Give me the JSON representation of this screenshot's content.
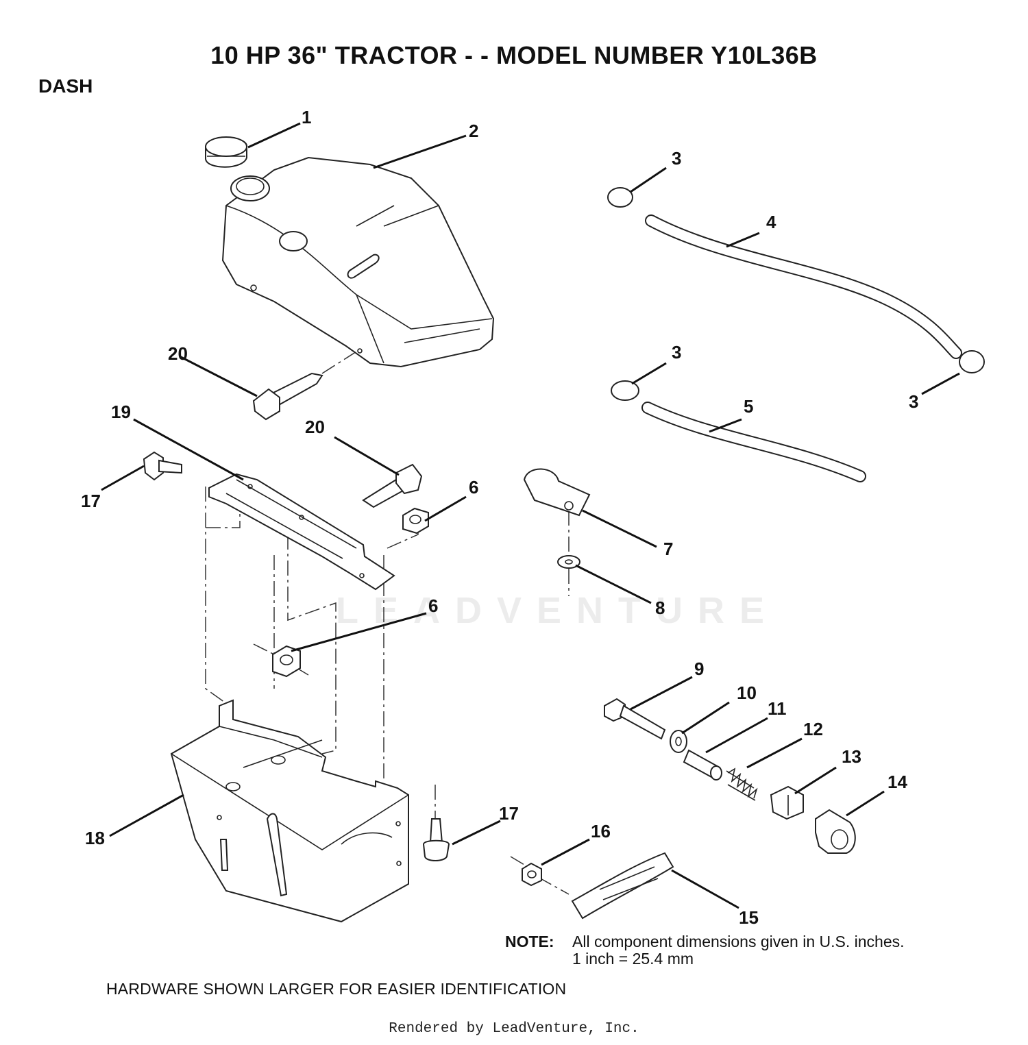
{
  "header": {
    "title": "10 HP 36\" TRACTOR - - MODEL NUMBER Y10L36B",
    "section": "DASH"
  },
  "watermark": {
    "text": "LEADVENTURE"
  },
  "callouts": [
    "1",
    "2",
    "3",
    "4",
    "3",
    "3",
    "5",
    "20",
    "19",
    "20",
    "17",
    "6",
    "7",
    "8",
    "6",
    "9",
    "10",
    "11",
    "12",
    "13",
    "14",
    "17",
    "16",
    "18",
    "15"
  ],
  "note": {
    "label": "NOTE:",
    "line1": "All component dimensions given in U.S. inches.",
    "line2": "1 inch = 25.4 mm"
  },
  "hardware_note": "HARDWARE SHOWN LARGER FOR EASIER IDENTIFICATION",
  "footer": "Rendered by LeadVenture, Inc."
}
